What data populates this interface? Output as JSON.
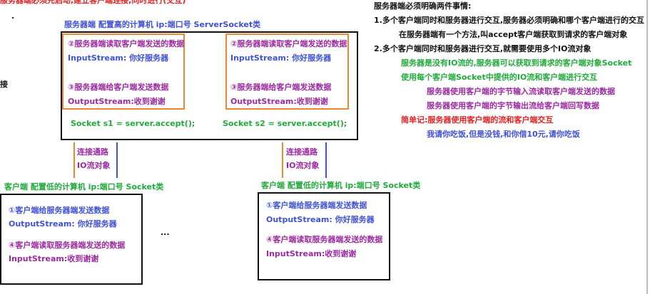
{
  "colors": {
    "blue": "#3f51d8",
    "purple": "#9b2aa0",
    "orange": "#e07b2e",
    "green": "#1faa3a",
    "red": "#e52020",
    "box_orange": "#f2852d"
  },
  "top_cut_text": "服务器端必须先启动,建立客户端连接,同时进行(交互)",
  "left_stub": "接",
  "dot1": ".",
  "server_title": "服务器端 配置高的计算机 ip:端口号 ServerSocket类",
  "server_boxes": [
    {
      "read_step": "②服务器端读取客户端发送的数据",
      "read_stream": "InputStream: 你好服务器",
      "write_step": "③服务器端给客户端发送数据",
      "write_stream": "OutputStream:收到谢谢",
      "accept": "Socket s1 = server.accept();"
    },
    {
      "read_step": "②服务器端读取客户端发送的数据",
      "read_stream": "InputStream: 你好服务器",
      "write_step": "③服务器端给客户端发送数据",
      "write_stream": "OutputStream:收到谢谢",
      "accept": "Socket s2 = server.accept();"
    }
  ],
  "links": [
    {
      "line1": "连接通路",
      "line2": "IO流对象"
    },
    {
      "line1": "连接通路",
      "line2": "IO流对象"
    }
  ],
  "clients": [
    {
      "title": "客户端 配置低的计算机 ip:端口号  Socket类",
      "send_step": "①客户端给服务器端发送数据",
      "send_stream": "OutputStream: 你好服务器",
      "read_step": "④客户端读取服务器端发送的数据",
      "read_stream": "InputStream:收到谢谢"
    },
    {
      "title": "客户端 配置低的计算机 ip:端口号  Socket类",
      "send_step": "①客户端给服务器端发送数据",
      "send_stream": "OutputStream: 你好服务器",
      "read_step": "④客户端读取服务器端发送的数据",
      "read_stream": "InputStream:收到谢谢"
    }
  ],
  "ellipsis": "...",
  "notes": {
    "heading": "服务器端必须明确两件事情:",
    "item1": "1.多个客户端同时和服务器进行交互,服务器必须明确和哪个客户端进行的交互",
    "item1_sub": "在服务器端有一个方法,叫accept客户端获取到请求的客户端对象",
    "item2": "2.多个客户端同时和服务器进行交互,就需要使用多个IO流对象",
    "g1": "服务器是没有IO流的,服务器可以获取到请求的客户端对象Socket",
    "g2": "使用每个客户端Socket中提供的IO流和客户端进行交互",
    "p1": "服务器使用客户端的字节输入流读取客户端发送的数据",
    "p2": "服务器使用客户端的字节输出流给客户端回写数据",
    "simple": "简单记:服务器使用客户端的流和客户端交互",
    "joke": "我请你吃饭,但是没钱,和你借10元,请你吃饭"
  }
}
